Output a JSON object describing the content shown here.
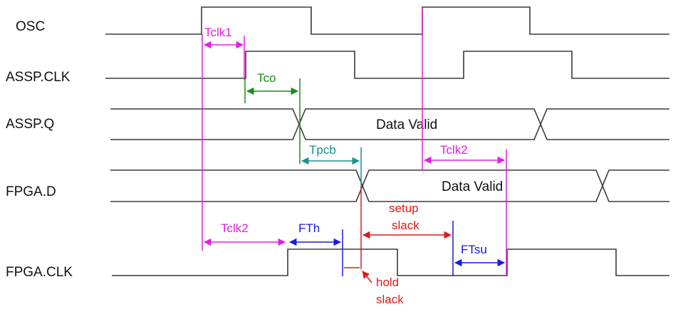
{
  "signals": {
    "osc": "OSC",
    "assp_clk": "ASSP.CLK",
    "assp_q": "ASSP.Q",
    "fpga_d": "FPGA.D",
    "fpga_clk": "FPGA.CLK"
  },
  "data_valid": {
    "assp_q": "Data Valid",
    "fpga_d": "Data Valid"
  },
  "annotations": {
    "tclk1": "Tclk1",
    "tco": "Tco",
    "tpcb": "Tpcb",
    "tclk2_top": "Tclk2",
    "tclk2_bottom": "Tclk2",
    "fth": "FTh",
    "setup_slack_line1": "setup",
    "setup_slack_line2": "slack",
    "ftsu": "FTsu",
    "hold_slack_line1": "hold",
    "hold_slack_line2": "slack"
  },
  "colors": {
    "waveform": "#3a3a3a",
    "magenta": "#e020e0",
    "green": "#1a8c1a",
    "teal": "#1a9090",
    "blue": "#1a1ae0",
    "red": "#e01a1a"
  }
}
